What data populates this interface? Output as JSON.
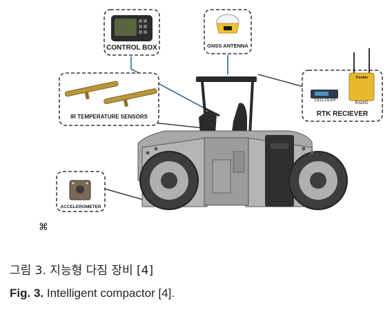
{
  "labels": {
    "control_box": "CONTROL BOX",
    "gnss_antenna": "GNSS ANTENNA",
    "ir_sensors": "IR TEMPERATURE SENSORS",
    "rtk_receiver": "RTK RECIEVER",
    "cellular": "CELLULAR",
    "radio": "RADIO",
    "accelerometer": "ACCELEROMETER",
    "radio_brand": "Trimble"
  },
  "symbol": "⌘",
  "caption": {
    "ko": "그림 3. 지능형 다짐 장비 [4]",
    "en_prefix": "Fig. 3.",
    "en_text": " Intelligent compactor [4]."
  },
  "colors": {
    "leader_blue": "#1f5f8b",
    "leader_dark": "#3a3a3a",
    "roller_body": "#a9a9ab",
    "drum_dark": "#3d3d3d",
    "cab_dark": "#2a2a2a",
    "sensor_gold": "#b8963a",
    "radio_yellow": "#e8b92c",
    "gnss_yellow": "#f2c230"
  }
}
